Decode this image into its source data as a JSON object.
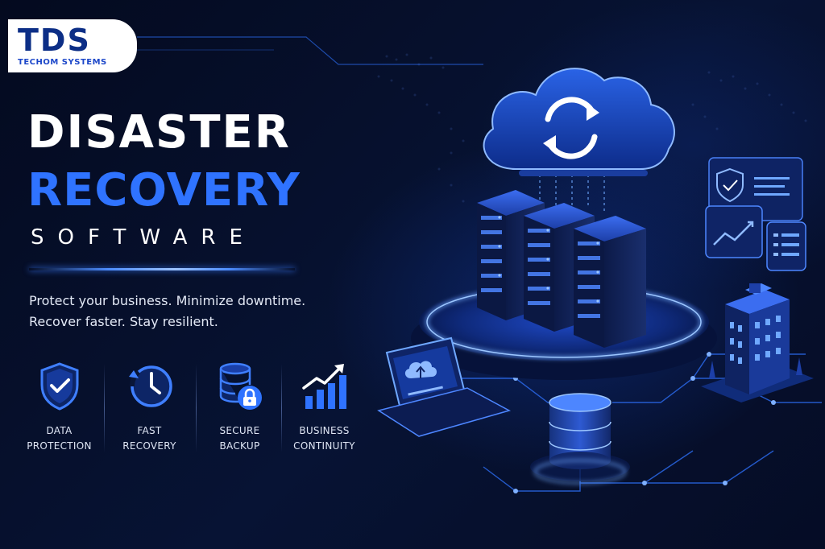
{
  "brand": {
    "logo_mark": "TDS",
    "logo_sub": "TECHOM SYSTEMS"
  },
  "headline": {
    "line1": "DISASTER",
    "line2": "RECOVERY",
    "line3": "SOFTWARE"
  },
  "tagline": {
    "line1": "Protect your business. Minimize downtime.",
    "line2": "Recover faster. Stay resilient."
  },
  "features": [
    {
      "label": "DATA\nPROTECTION",
      "icon": "shield-check-icon"
    },
    {
      "label": "FAST\nRECOVERY",
      "icon": "clock-refresh-icon"
    },
    {
      "label": "SECURE\nBACKUP",
      "icon": "database-lock-icon"
    },
    {
      "label": "BUSINESS\nCONTINUITY",
      "icon": "growth-chart-icon"
    }
  ],
  "colors": {
    "background": "#050c22",
    "accent": "#2f73ff",
    "headline": "#ffffff",
    "logo_blue": "#0c2e86"
  },
  "illustration": {
    "elements": [
      "cloud-sync-icon",
      "server-rack",
      "shield-panel",
      "chart-panel",
      "laptop-upload",
      "database-cylinder",
      "office-building"
    ]
  }
}
